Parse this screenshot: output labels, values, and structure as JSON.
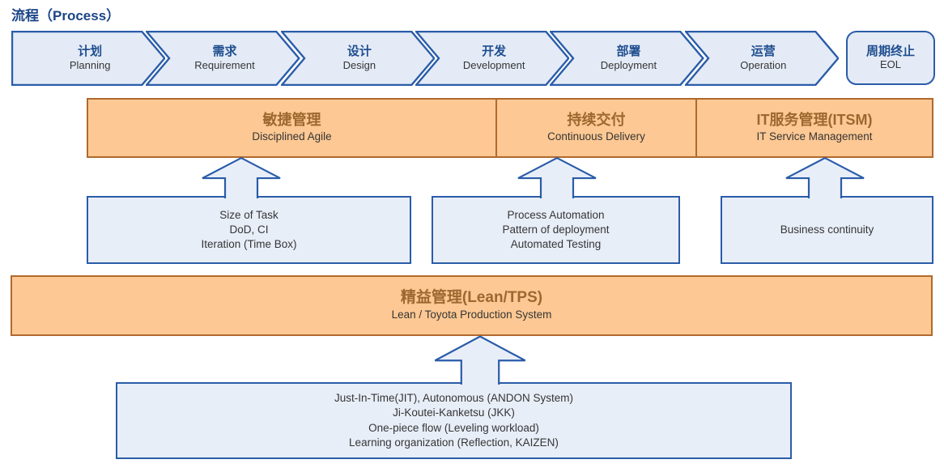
{
  "title": "流程（Process）",
  "process_flow": {
    "steps": [
      {
        "zh": "计划",
        "en": "Planning"
      },
      {
        "zh": "需求",
        "en": "Requirement"
      },
      {
        "zh": "设计",
        "en": "Design"
      },
      {
        "zh": "开发",
        "en": "Development"
      },
      {
        "zh": "部署",
        "en": "Deployment"
      },
      {
        "zh": "运营",
        "en": "Operation"
      }
    ],
    "eol": {
      "zh": "周期终止",
      "en": "EOL"
    }
  },
  "method_bar": {
    "segments": [
      {
        "zh": "敏捷管理",
        "en": "Disciplined Agile"
      },
      {
        "zh": "持续交付",
        "en": "Continuous Delivery"
      },
      {
        "zh": "IT服务管理(ITSM)",
        "en": "IT Service Management"
      }
    ]
  },
  "practice_boxes": [
    {
      "lines": [
        "Size of Task",
        "DoD, CI",
        "Iteration (Time Box)"
      ]
    },
    {
      "lines": [
        "Process Automation",
        "Pattern of deployment",
        "Automated Testing"
      ]
    },
    {
      "lines": [
        "Business continuity"
      ]
    }
  ],
  "lean_bar": {
    "zh": "精益管理(Lean/TPS)",
    "en": "Lean / Toyota Production System"
  },
  "lean_box": {
    "lines": [
      "Just-In-Time(JIT), Autonomous (ANDON System)",
      "Ji-Koutei-Kanketsu (JKK)",
      "One-piece flow (Leveling workload)",
      "Learning organization (Reflection, KAIZEN)"
    ]
  },
  "colors": {
    "accent_blue": "#2a5ca9",
    "fill_blue": "#e8eef8",
    "accent_orange": "#b06a2e",
    "fill_orange": "#fdc893",
    "orange_text": "#9d6830",
    "step_text_blue": "#1f4e8f",
    "title_blue": "#1b4587",
    "text_dark": "#353535"
  }
}
